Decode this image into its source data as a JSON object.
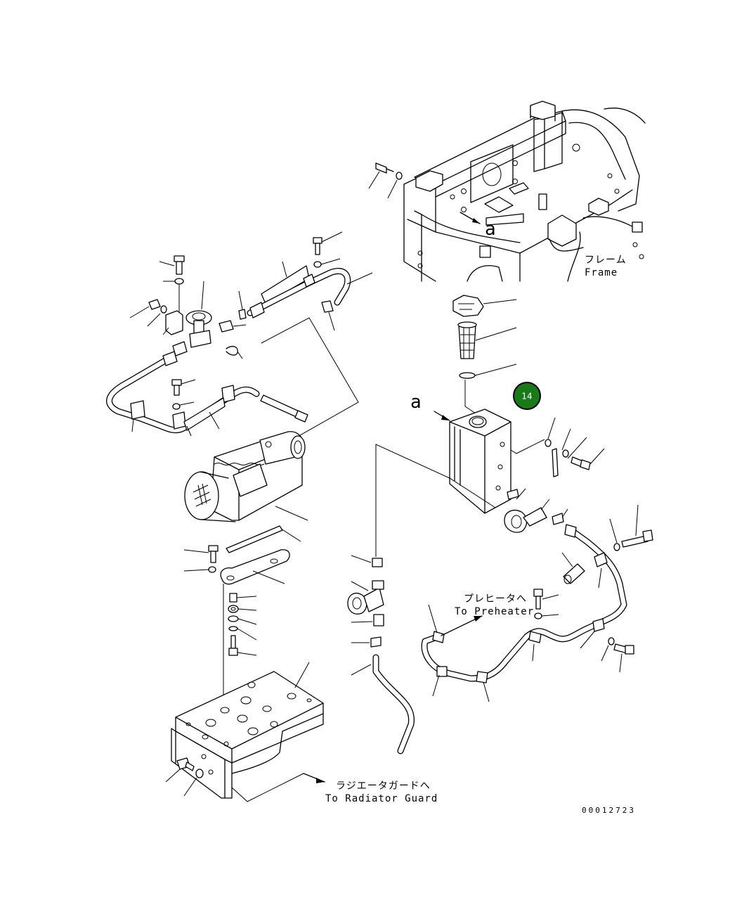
{
  "labels": {
    "frame_jp": "フレーム",
    "frame_en": "Frame",
    "preheater_jp": "プレヒータへ",
    "preheater_en": "To Preheater",
    "radiator_jp": "ラジエータガードへ",
    "radiator_en": "To Radiator Guard",
    "view_a_top": "a",
    "view_a_tank": "a",
    "drawing_number": "00012723"
  },
  "callout": {
    "number": "14",
    "color": "#1a7a1a",
    "ring_color": "#000000"
  }
}
